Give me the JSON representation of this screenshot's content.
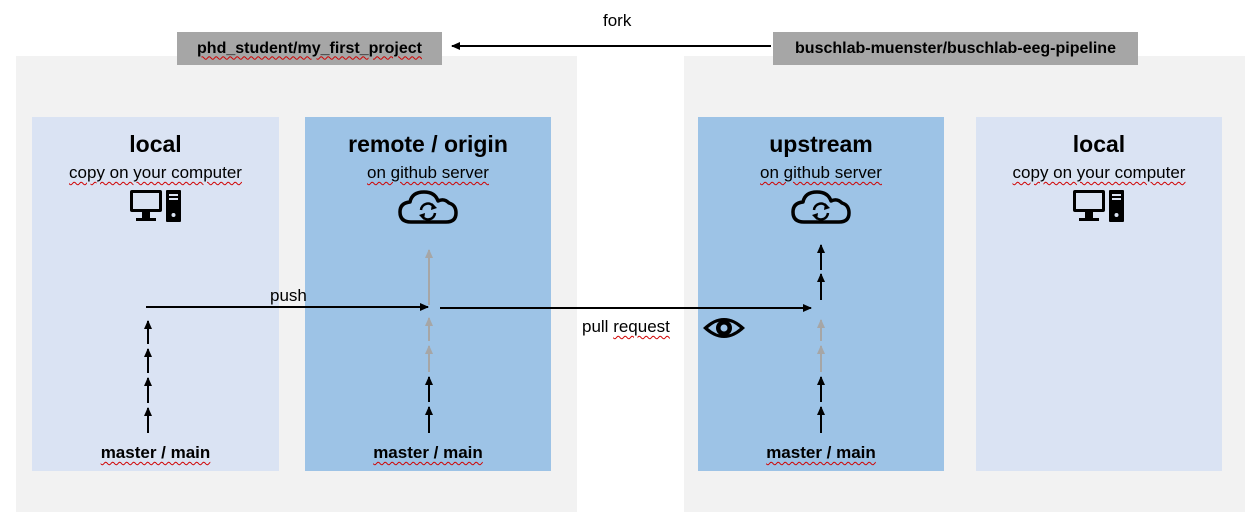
{
  "fork_label": "fork",
  "push_label": "push",
  "pull_request_label": "pull request",
  "my_repo": "phd_student/my_first_project",
  "upstream_repo": "buschlab-muenster/buschlab-eeg-pipeline",
  "panels": [
    {
      "title": "local",
      "subtitle": "copy on your computer",
      "icon": "computer-icon",
      "branch": "master / main"
    },
    {
      "title": "remote / origin",
      "subtitle": "on github server",
      "icon": "cloud-sync-icon",
      "branch": "master / main"
    },
    {
      "title": "upstream",
      "subtitle": "on github server",
      "icon": "cloud-sync-icon",
      "branch": "master / main"
    },
    {
      "title": "local",
      "subtitle": "copy on your computer",
      "icon": "computer-icon",
      "branch": ""
    }
  ],
  "colors": {
    "group_background": "#f2f2f2",
    "panel_light": "#dae3f3",
    "panel_dark": "#9dc3e6",
    "repo_box": "#a6a6a6",
    "arrow_black": "#000000",
    "arrow_gray": "#a6a6a6"
  },
  "review_icon": "eye-icon"
}
